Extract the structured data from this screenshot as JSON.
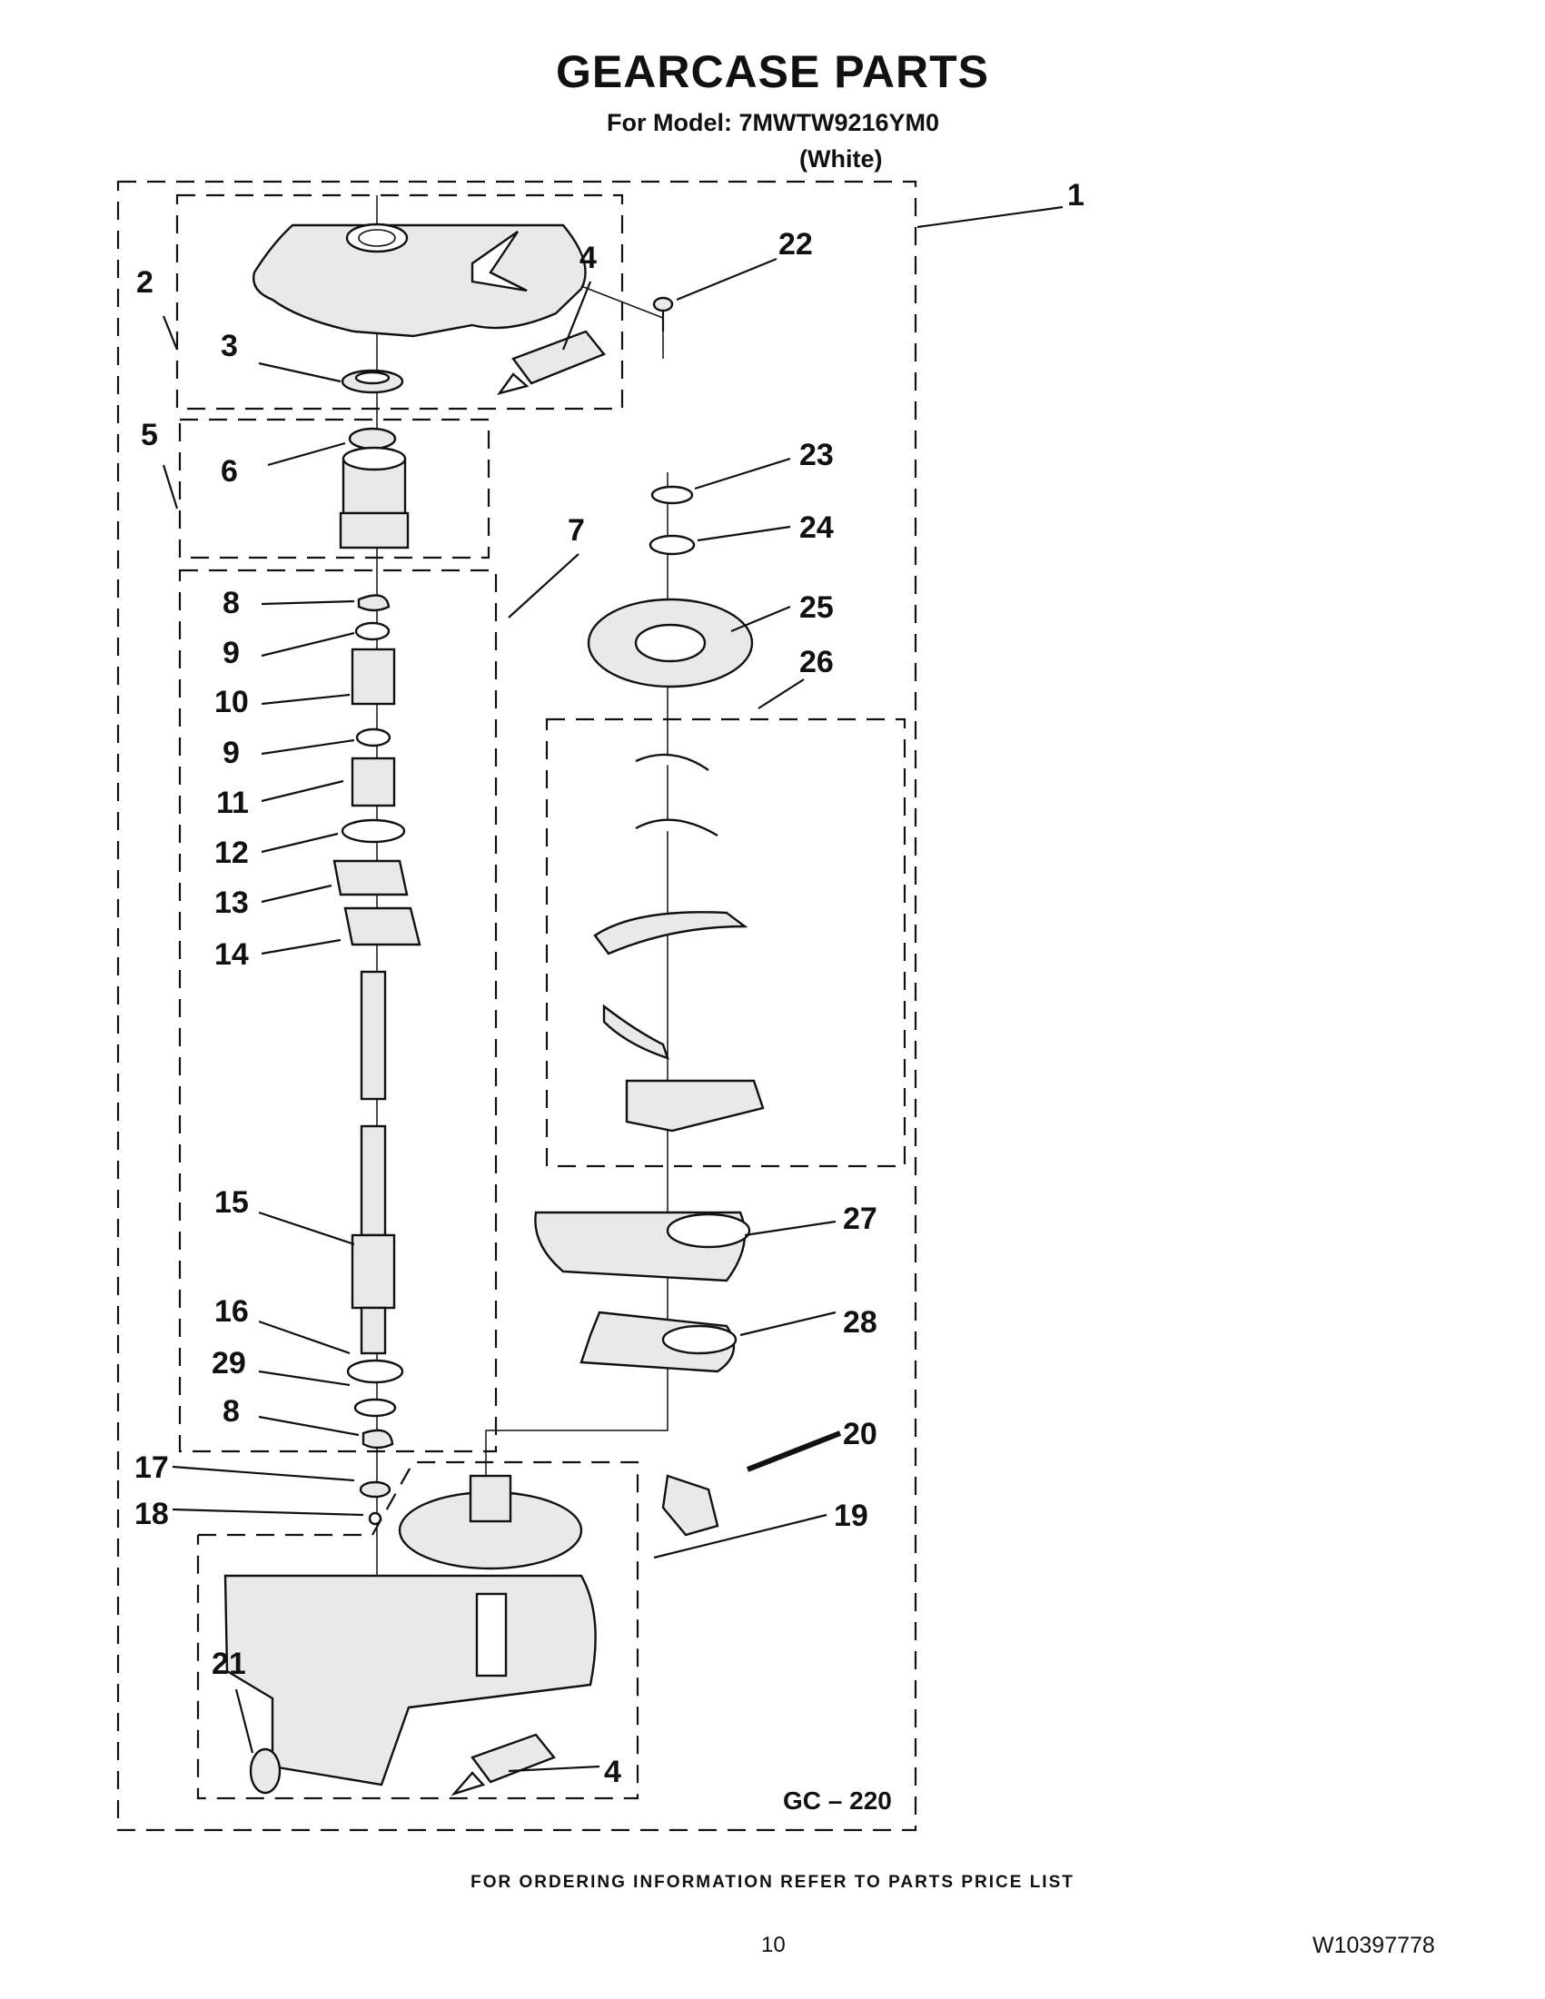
{
  "header": {
    "title": "GEARCASE PARTS",
    "model": "For Model: 7MWTW9216YM0",
    "color": "(White)"
  },
  "diagram": {
    "code": "GC – 220",
    "callouts": {
      "c1": "1",
      "c2": "2",
      "c3": "3",
      "c4a": "4",
      "c4b": "4",
      "c5": "5",
      "c6": "6",
      "c7": "7",
      "c8a": "8",
      "c8b": "8",
      "c9a": "9",
      "c9b": "9",
      "c10": "10",
      "c11": "11",
      "c12": "12",
      "c13": "13",
      "c14": "14",
      "c15": "15",
      "c16": "16",
      "c17": "17",
      "c18": "18",
      "c19": "19",
      "c20": "20",
      "c21": "21",
      "c22": "22",
      "c23": "23",
      "c24": "24",
      "c25": "25",
      "c26": "26",
      "c27": "27",
      "c28": "28",
      "c29": "29"
    }
  },
  "footer": {
    "note": "FOR ORDERING INFORMATION REFER TO PARTS PRICE LIST",
    "page": "10",
    "doc_number": "W10397778"
  }
}
